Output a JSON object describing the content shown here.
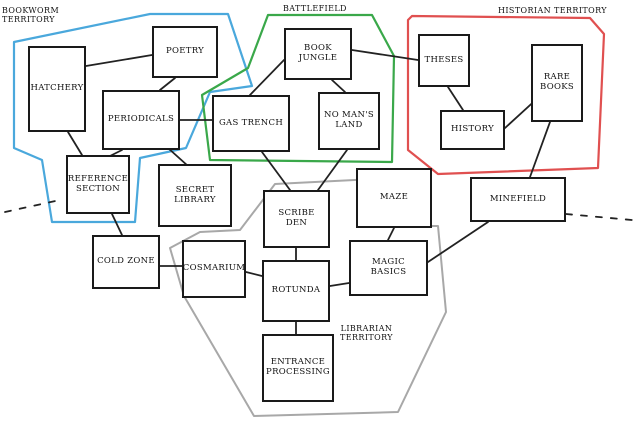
{
  "territories": {
    "bookworm": {
      "label": "BOOKWORM\nTERRITORY",
      "color": "#4aa8dc"
    },
    "battlefield": {
      "label": "BATTLEFIELD",
      "color": "#3aa84a"
    },
    "historian": {
      "label": "HISTORIAN TERRITORY",
      "color": "#e05050"
    },
    "librarian": {
      "label": "LIBRARIAN\nTERRITORY",
      "color": "#a8a8a8"
    }
  },
  "rooms": {
    "hatchery": "HATCHERY",
    "poetry": "POETRY",
    "periodicals": "PERIODICALS",
    "reference_section": "REFERENCE\nSECTION",
    "secret_library": "SECRET\nLIBRARY",
    "book_jungle": "BOOK\nJUNGLE",
    "gas_trench": "GAS TRENCH",
    "no_mans_land": "NO MAN'S\nLAND",
    "theses": "THESES",
    "history": "HISTORY",
    "rare_books": "RARE\nBOOKS",
    "maze": "MAZE",
    "minefield": "MINEFIELD",
    "scribe_den": "SCRIBE\nDEN",
    "cold_zone": "COLD ZONE",
    "cosmarium": "COSMARIUM",
    "rotunda": "ROTUNDA",
    "magic_basics": "MAGIC\nBASICS",
    "entrance_processing": "ENTRANCE\nPROCESSING"
  }
}
